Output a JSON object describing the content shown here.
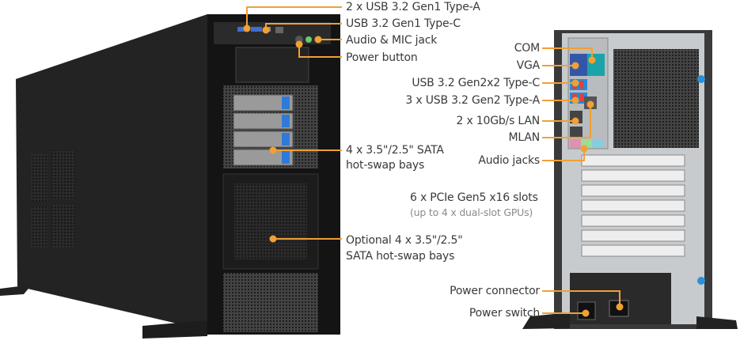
{
  "colors": {
    "accent": "#f0a035",
    "text": "#3a3a3a",
    "note": "#8a8a8a"
  },
  "front_labels": {
    "usb_a": "2 x USB 3.2 Gen1 Type-A",
    "usb_c": "USB 3.2 Gen1 Type-C",
    "audio_mic": "Audio & MIC jack",
    "power_button": "Power button",
    "sata_line1": "4 x 3.5\"/2.5\" SATA",
    "sata_line2": "hot-swap bays",
    "optional_line1": "Optional 4 x 3.5\"/2.5\"",
    "optional_line2": "SATA hot-swap bays"
  },
  "rear_labels": {
    "com": "COM",
    "vga": "VGA",
    "usb_gen2x2": "USB 3.2 Gen2x2 Type-C",
    "usb_gen2": "3 x USB 3.2 Gen2 Type-A",
    "lan": "2 x 10Gb/s LAN",
    "mlan": "MLAN",
    "audio_jacks": "Audio jacks",
    "pcie": "6 x PCIe Gen5 x16 slots",
    "pcie_note": "(up to 4 x dual-slot GPUs)",
    "power_connector": "Power connector",
    "power_switch": "Power switch"
  }
}
